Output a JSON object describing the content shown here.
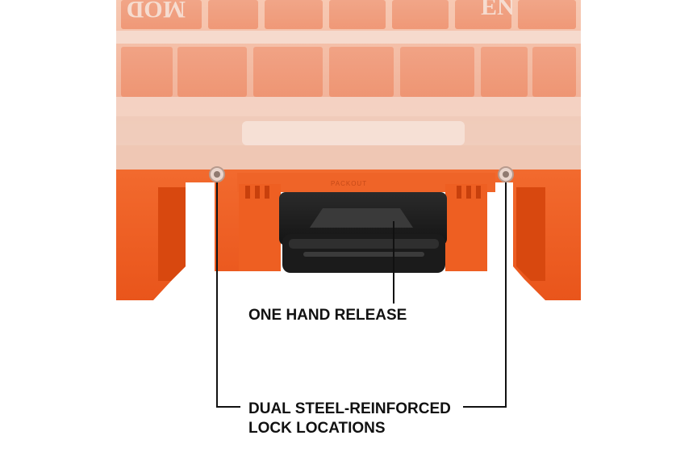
{
  "callouts": {
    "one_hand_release": "ONE HAND RELEASE",
    "dual_lock_line1": "DUAL STEEL-REINFORCED",
    "dual_lock_line2": "LOCK LOCATIONS"
  },
  "product": {
    "lid_text_left": "MOD",
    "lid_text_right": "EN",
    "latch_text": "PACKOUT"
  },
  "colors": {
    "body_orange": "#f05a22",
    "lid_clear": "#f3d6c8",
    "latch_black": "#1e1e1e",
    "callout_text": "#111111"
  }
}
